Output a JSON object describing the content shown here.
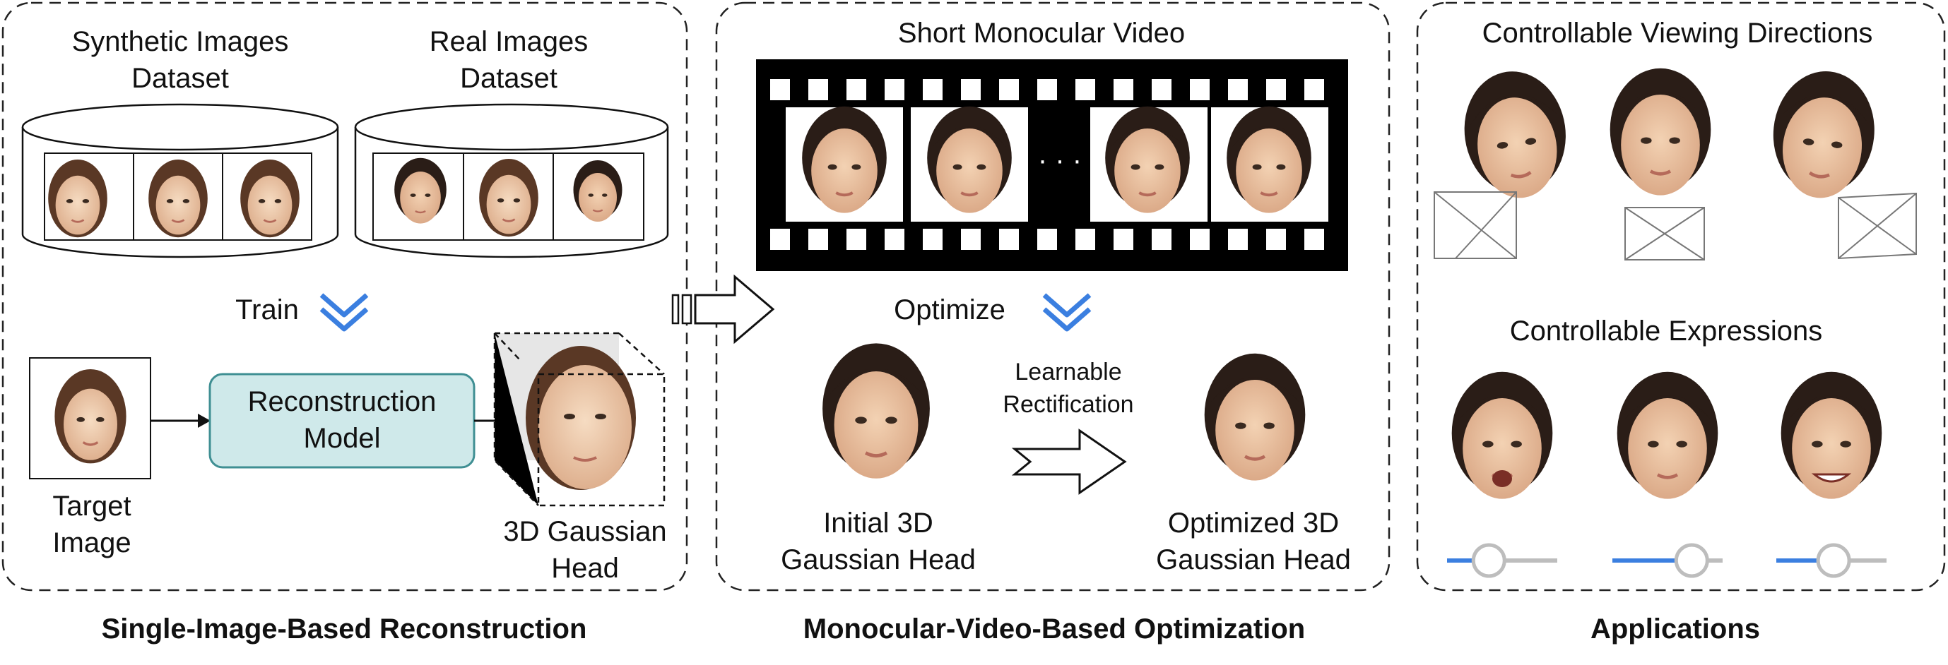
{
  "panels": {
    "left": {
      "caption": "Single-Image-Based Reconstruction",
      "synthetic_dataset": [
        "Synthetic Images",
        "Dataset"
      ],
      "real_dataset": [
        "Real Images",
        "Dataset"
      ],
      "train_label": "Train",
      "target_image_label": [
        "Target",
        "Image"
      ],
      "model_label": [
        "Reconstruction",
        "Model"
      ],
      "output_label": [
        "3D Gaussian",
        "Head"
      ]
    },
    "middle": {
      "caption": "Monocular-Video-Based Optimization",
      "video_title": "Short Monocular Video",
      "ellipsis": "· · ·",
      "optimize_label": "Optimize",
      "rectification_label": [
        "Learnable",
        "Rectification"
      ],
      "initial_label": [
        "Initial 3D",
        "Gaussian Head"
      ],
      "optimized_label": [
        "Optimized 3D",
        "Gaussian Head"
      ]
    },
    "right": {
      "caption": "Applications",
      "viewing_title": "Controllable Viewing Directions",
      "expression_title": "Controllable Expressions",
      "slider_levels": [
        0.38,
        0.72,
        0.52
      ]
    }
  },
  "colors": {
    "accent_blue": "#3b7fe0",
    "model_box_fill": "#cfe9ea",
    "model_box_stroke": "#3f8f93",
    "slider_track": "#bdbdbd",
    "skin": "#e8c1a0",
    "hair_dark": "#2a1d17",
    "hair_brown": "#5a3825"
  }
}
